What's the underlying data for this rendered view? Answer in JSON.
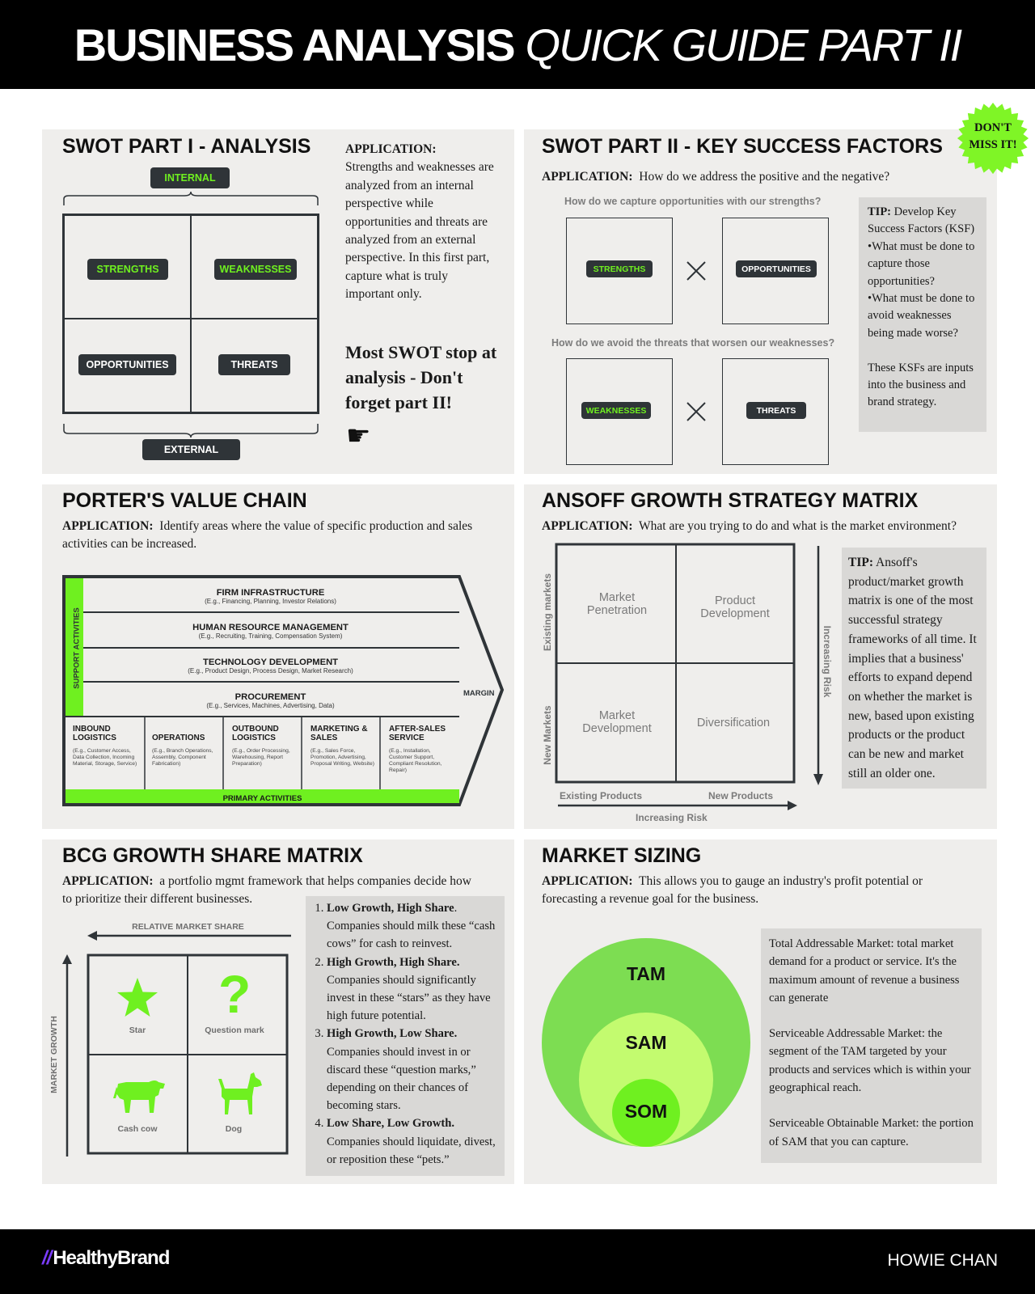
{
  "header": {
    "title_bold": "BUSINESS ANALYSIS",
    "title_italic": "QUICK GUIDE PART II"
  },
  "badge": {
    "line1": "DON'T",
    "line2": "MISS IT!",
    "color": "#7ff526"
  },
  "swot1": {
    "title": "SWOT PART I - ANALYSIS",
    "internal": "INTERNAL",
    "external": "EXTERNAL",
    "strengths": "STRENGTHS",
    "weaknesses": "WEAKNESSES",
    "opportunities": "OPPORTUNITIES",
    "threats": "THREATS",
    "application_label": "APPLICATION:",
    "application_text": "Strengths and weaknesses are analyzed from an internal perspective while opportunities and threats are analyzed from an external perspective. In this first part, capture what is truly important only.",
    "callout": "Most SWOT stop at analysis - Don't forget part II!"
  },
  "swot2": {
    "title": "SWOT PART II - KEY SUCCESS FACTORS",
    "application_label": "APPLICATION:",
    "application_text": "How do we address the positive and the negative?",
    "q1": "How do we capture opportunities with our strengths?",
    "q2": "How do we avoid the threats that worsen our weaknesses?",
    "strengths": "STRENGTHS",
    "opportunities": "OPPORTUNITIES",
    "weaknesses": "WEAKNESSES",
    "threats": "THREATS",
    "tip_label": "TIP:",
    "tip_text": "Develop Key Success Factors (KSF)",
    "tip_b1": "•What must be done to capture those opportunities?",
    "tip_b2": "•What must be done to avoid weaknesses being made worse?",
    "tip_end": "These KSFs are inputs into the business and brand strategy."
  },
  "porter": {
    "title": "PORTER'S VALUE CHAIN",
    "application_label": "APPLICATION:",
    "application_text": "Identify areas where the value of specific production and sales activities can be increased.",
    "support_label": "SUPPORT ACTIVITIES",
    "primary_label": "PRIMARY ACTIVITIES",
    "margin_label": "MARGIN",
    "support": [
      {
        "name": "FIRM INFRASTRUCTURE",
        "sub": "(E.g., Financing, Planning, Investor Relations)"
      },
      {
        "name": "HUMAN RESOURCE MANAGEMENT",
        "sub": "(E.g., Recruiting, Training, Compensation System)"
      },
      {
        "name": "TECHNOLOGY DEVELOPMENT",
        "sub": "(E.g., Product Design, Process Design, Market Research)"
      },
      {
        "name": "PROCUREMENT",
        "sub": "(E.g., Services, Machines, Advertising, Data)"
      }
    ],
    "primary": [
      {
        "name1": "INBOUND",
        "name2": "LOGISTICS",
        "sub": "(E.g., Customer Access, Data Collection, Incoming Material, Storage, Service)"
      },
      {
        "name1": "",
        "name2": "OPERATIONS",
        "sub": "(E.g., Branch Operations, Assembly, Component Fabrication)"
      },
      {
        "name1": "OUTBOUND",
        "name2": "LOGISTICS",
        "sub": "(E.g., Order Processing, Warehousing, Report Preparation)"
      },
      {
        "name1": "MARKETING &",
        "name2": "SALES",
        "sub": "(E.g., Sales Force, Promotion, Advertising, Proposal Writing, Website)"
      },
      {
        "name1": "AFTER-SALES",
        "name2": "SERVICE",
        "sub": "(E.g., Installation, Customer Support, Compliant Resolution, Repair)"
      }
    ]
  },
  "ansoff": {
    "title": "ANSOFF GROWTH STRATEGY MATRIX",
    "application_label": "APPLICATION:",
    "application_text": "What are you trying to do and what is the market environment?",
    "cells": {
      "tl": "Market Penetration",
      "tr": "Product Development",
      "bl": "Market Development",
      "br": "Diversification"
    },
    "existing_markets": "Existing markets",
    "new_markets": "New Markets",
    "existing_products": "Existing Products",
    "new_products": "New Products",
    "risk_h": "Increasing Risk",
    "risk_v": "Increasing Risk",
    "tip_label": "TIP:",
    "tip_text": "Ansoff's product/market growth matrix is one of the most successful strategy frameworks of all time. It implies that a business' efforts to expand depend on whether the market is new, based upon existing products or the product can be new and market still an older one."
  },
  "bcg": {
    "title": "BCG GROWTH SHARE MATRIX",
    "application_label": "APPLICATION:",
    "application_text": "a portfolio mgmt framework that helps companies decide how to prioritize their different businesses.",
    "relative_share": "RELATIVE MARKET SHARE",
    "market_growth": "MARKET GROWTH",
    "star": "Star",
    "question": "Question mark",
    "cow": "Cash cow",
    "dog": "Dog",
    "items": [
      {
        "head": "Low Growth, High Share",
        "tail": ". Companies should milk these “cash cows” for cash to reinvest."
      },
      {
        "head": "High Growth, High Share.",
        "tail": " Companies should significantly invest in these “stars” as they have high future potential."
      },
      {
        "head": "High Growth, Low Share.",
        "tail": " Companies should invest in or discard these “question marks,” depending on their chances of becoming stars."
      },
      {
        "head": "Low Share, Low Growth.",
        "tail": " Companies should liquidate, divest, or reposition these “pets.”"
      }
    ]
  },
  "market": {
    "title": "MARKET SIZING",
    "application_label": "APPLICATION:",
    "application_text": "This allows you to gauge an industry's profit potential or forecasting a revenue goal for the business.",
    "tam": "TAM",
    "sam": "SAM",
    "som": "SOM",
    "tam_def": "Total Addressable Market: total market demand for a product or service. It's the maximum amount of revenue a business can generate",
    "sam_def": "Serviceable Addressable Market: the segment of the TAM targeted by your products and services which is within your geographical reach.",
    "som_def": "Serviceable Obtainable Market: the portion of SAM that you can capture.",
    "colors": {
      "tam": "#7ddd52",
      "sam": "#c3fb6f",
      "som": "#6ff020"
    }
  },
  "footer": {
    "brand": "HealthyBrand",
    "author": "HOWIE CHAN"
  }
}
